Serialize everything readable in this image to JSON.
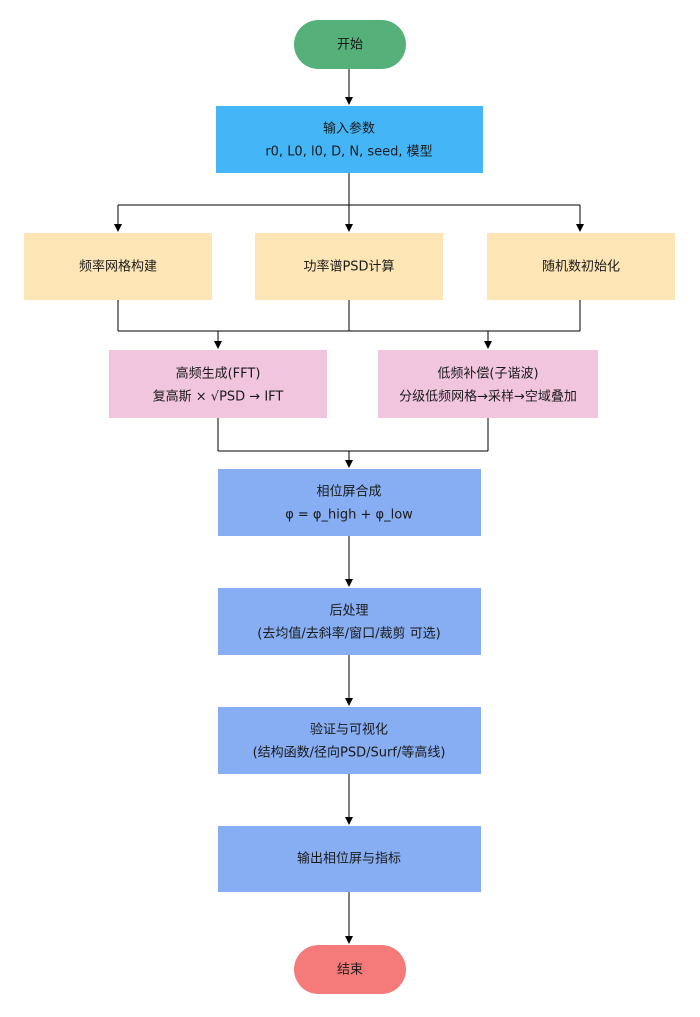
{
  "flowchart": {
    "start": {
      "label": "开始",
      "color": "#55b07a"
    },
    "input": {
      "line1": "输入参数",
      "line2": "r0, L0, l0, D, N, seed, 模型",
      "color": "#44b6f8"
    },
    "parallel": [
      {
        "label": "频率网格构建",
        "color": "#fde5b5"
      },
      {
        "label": "功率谱PSD计算",
        "color": "#fde5b5"
      },
      {
        "label": "随机数初始化",
        "color": "#fde5b5"
      }
    ],
    "high_freq": {
      "line1": "高频生成(FFT)",
      "line2": "复高斯 × √PSD → IFT",
      "color": "#f1c5de"
    },
    "low_freq": {
      "line1": "低频补偿(子谐波)",
      "line2": "分级低频网格→采样→空域叠加",
      "color": "#f1c5de"
    },
    "combine": {
      "line1": "相位屏合成",
      "line2": "φ = φ_high + φ_low",
      "color": "#87adf2"
    },
    "postprocess": {
      "line1": "后处理",
      "line2": "(去均值/去斜率/窗口/裁剪 可选)",
      "color": "#87adf2"
    },
    "verify": {
      "line1": "验证与可视化",
      "line2": "(结构函数/径向PSD/Surf/等高线)",
      "color": "#87adf2"
    },
    "output": {
      "label": "输出相位屏与指标",
      "color": "#87adf2"
    },
    "end": {
      "label": "结束",
      "color": "#f57a7a"
    }
  }
}
